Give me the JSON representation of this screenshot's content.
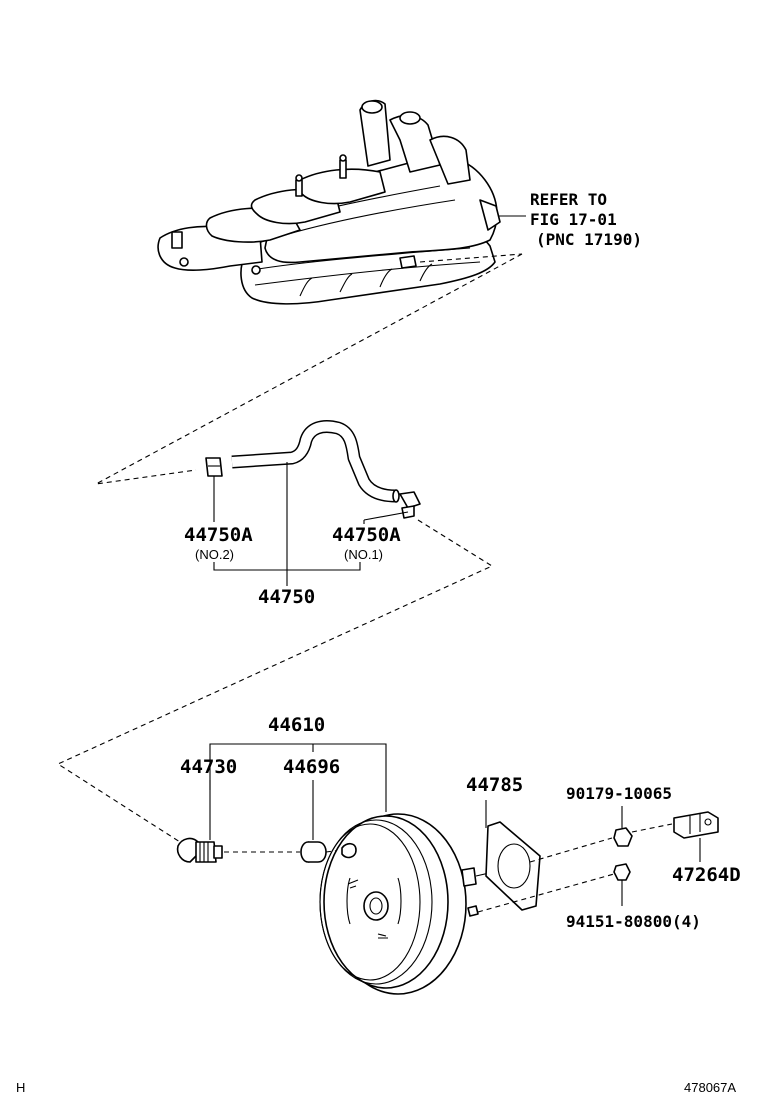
{
  "reference": {
    "line1": "REFER TO",
    "line2": "FIG 17-01",
    "line3": "(PNC 17190)"
  },
  "parts": {
    "clamp_no2": {
      "number": "44750A",
      "note": "(NO.2)"
    },
    "clamp_no1": {
      "number": "44750A",
      "note": "(NO.1)"
    },
    "hose": {
      "number": "44750"
    },
    "booster_assy": {
      "number": "44610"
    },
    "check_valve": {
      "number": "44730"
    },
    "grommet": {
      "number": "44696"
    },
    "gasket": {
      "number": "44785"
    },
    "nut_upper": {
      "number": "90179-10065"
    },
    "clevis": {
      "number": "47264D"
    },
    "nut_lower": {
      "number": "94151-80800(4)"
    }
  },
  "footer": {
    "left": "H",
    "right": "478067A"
  }
}
